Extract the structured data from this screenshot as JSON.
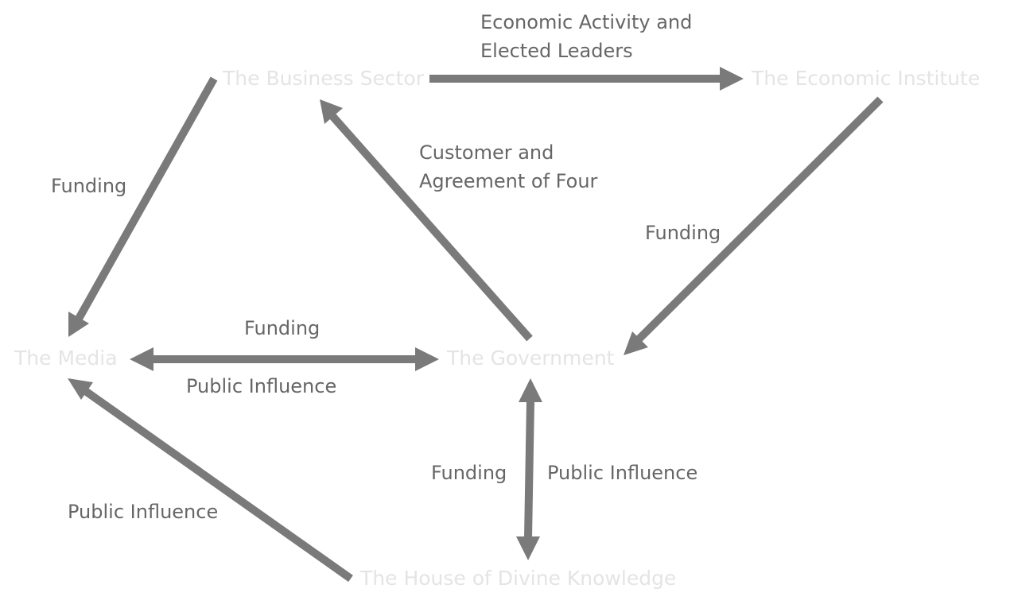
{
  "colors": {
    "arrow": "#7a7a7a",
    "node_text": "#e4e4e4",
    "label_text": "#666666",
    "background": "#ffffff"
  },
  "nodes": {
    "business_sector": "The Business Sector",
    "economic_institute": "The Economic Institute",
    "media": "The Media",
    "government": "The Government",
    "house_of_divine_knowledge": "The House of Divine Knowledge"
  },
  "edge_labels": {
    "business_to_institute_line1": "Economic Activity and",
    "business_to_institute_line2": "Elected  Leaders",
    "business_to_media": "Funding",
    "government_to_business_line1": "Customer and",
    "government_to_business_line2": "Agreement of Four",
    "institute_to_government": "Funding",
    "media_government_top": "Funding",
    "media_government_bottom": "Public Influence",
    "government_house_left": "Funding",
    "government_house_right": "Public Influence",
    "house_to_media": "Public Influence"
  }
}
